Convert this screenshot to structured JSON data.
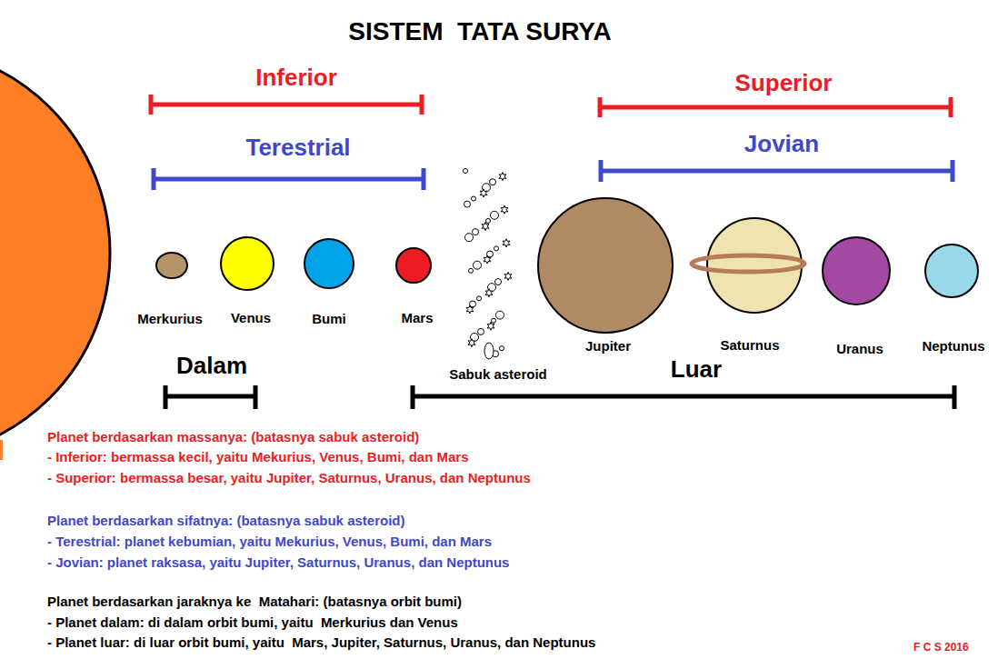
{
  "diagram": {
    "title": "SISTEM  TATA SURYA",
    "labels": [
      "Inferior",
      "Terestrial",
      "Superior",
      "Jovian",
      "Merkurius",
      "Venus",
      "Bumi",
      "Mars",
      "Sabuk asteroid",
      "Jupiter",
      "Saturnus",
      "Uranus",
      "Neptunus",
      "Dalam",
      "Luar",
      "Planet berdasarkan massanya: (batasnya sabuk asteroid)",
      "- Inferior: bermassa kecil, yaitu Mekurius, Venus, Bumi, dan Mars",
      "- Superior: bermassa besar, yaitu Jupiter, Saturnus, Uranus, dan Neptunus",
      "Planet berdasarkan sifatnya: (batasnya sabuk asteroid)",
      "- Terestrial: planet kebumian, yaitu Mekurius, Venus, Bumi, dan Mars",
      "- Jovian: planet raksasa, yaitu Jupiter, Saturnus, Uranus, dan Neptunus",
      "Planet berdasarkan jaraknya ke  Matahari: (batasnya orbit bumi)",
      "- Planet dalam: di dalam orbit bumi, yaitu  Merkurius dan Venus",
      "- Planet luar: di luar orbit bumi, yaitu  Mars, Jupiter, Saturnus, Uranus, dan Neptunus",
      "F C S 2016"
    ]
  }
}
